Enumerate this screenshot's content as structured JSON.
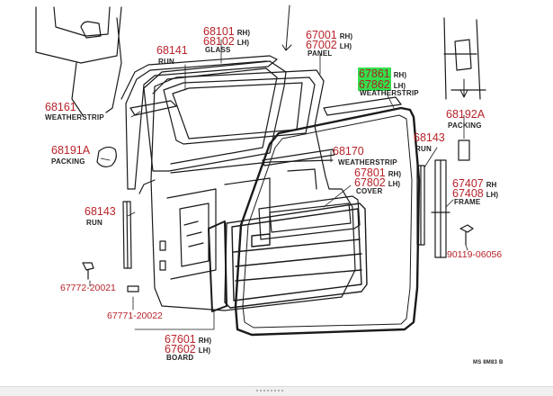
{
  "labels": {
    "p68101": "68101",
    "p68102": "68102",
    "p68101_side": "RH)",
    "p68102_side": "LH)",
    "glass": "GLASS",
    "p68141": "68141",
    "run_top": "RUN",
    "p67001": "67001",
    "p67002": "67002",
    "p67001_side": "RH)",
    "p67002_side": "LH)",
    "panel": "PANEL",
    "p67861": "67861",
    "p67862": "67862",
    "p67861_side": "RH)",
    "p67862_side": "LH)",
    "weatherstrip_right": "WEATHERSTRIP",
    "p68192a": "68192A",
    "packing_right": "PACKING",
    "p68161": "68161",
    "weatherstrip_left": "WEATHERSTRIP",
    "p68191a": "68191A",
    "packing_left": "PACKING",
    "p68170": "68170",
    "weatherstrip_mid": "WEATHERSTRIP",
    "p68143_right": "68143",
    "run_right": "RUN",
    "p67801": "67801",
    "p67802": "67802",
    "p67801_side": "RH)",
    "p67802_side": "LH)",
    "cover": "COVER",
    "p67407": "67407",
    "p67408": "67408",
    "p67407_side": "RH",
    "p67408_side": "LH)",
    "frame": "FRAME",
    "p68143_left": "68143",
    "run_left": "RUN",
    "p90119": "90119-06056",
    "p67772": "67772-20021",
    "p67771": "67771-20022",
    "p67601": "67601",
    "p67602": "67602",
    "p67601_side": "RH)",
    "p67602_side": "LH)",
    "board": "BOARD",
    "code": "MS 8M83 B"
  },
  "colors": {
    "part_number": "#b8232a",
    "highlight": "#34e04a",
    "line_art": "#1a1a1a"
  }
}
